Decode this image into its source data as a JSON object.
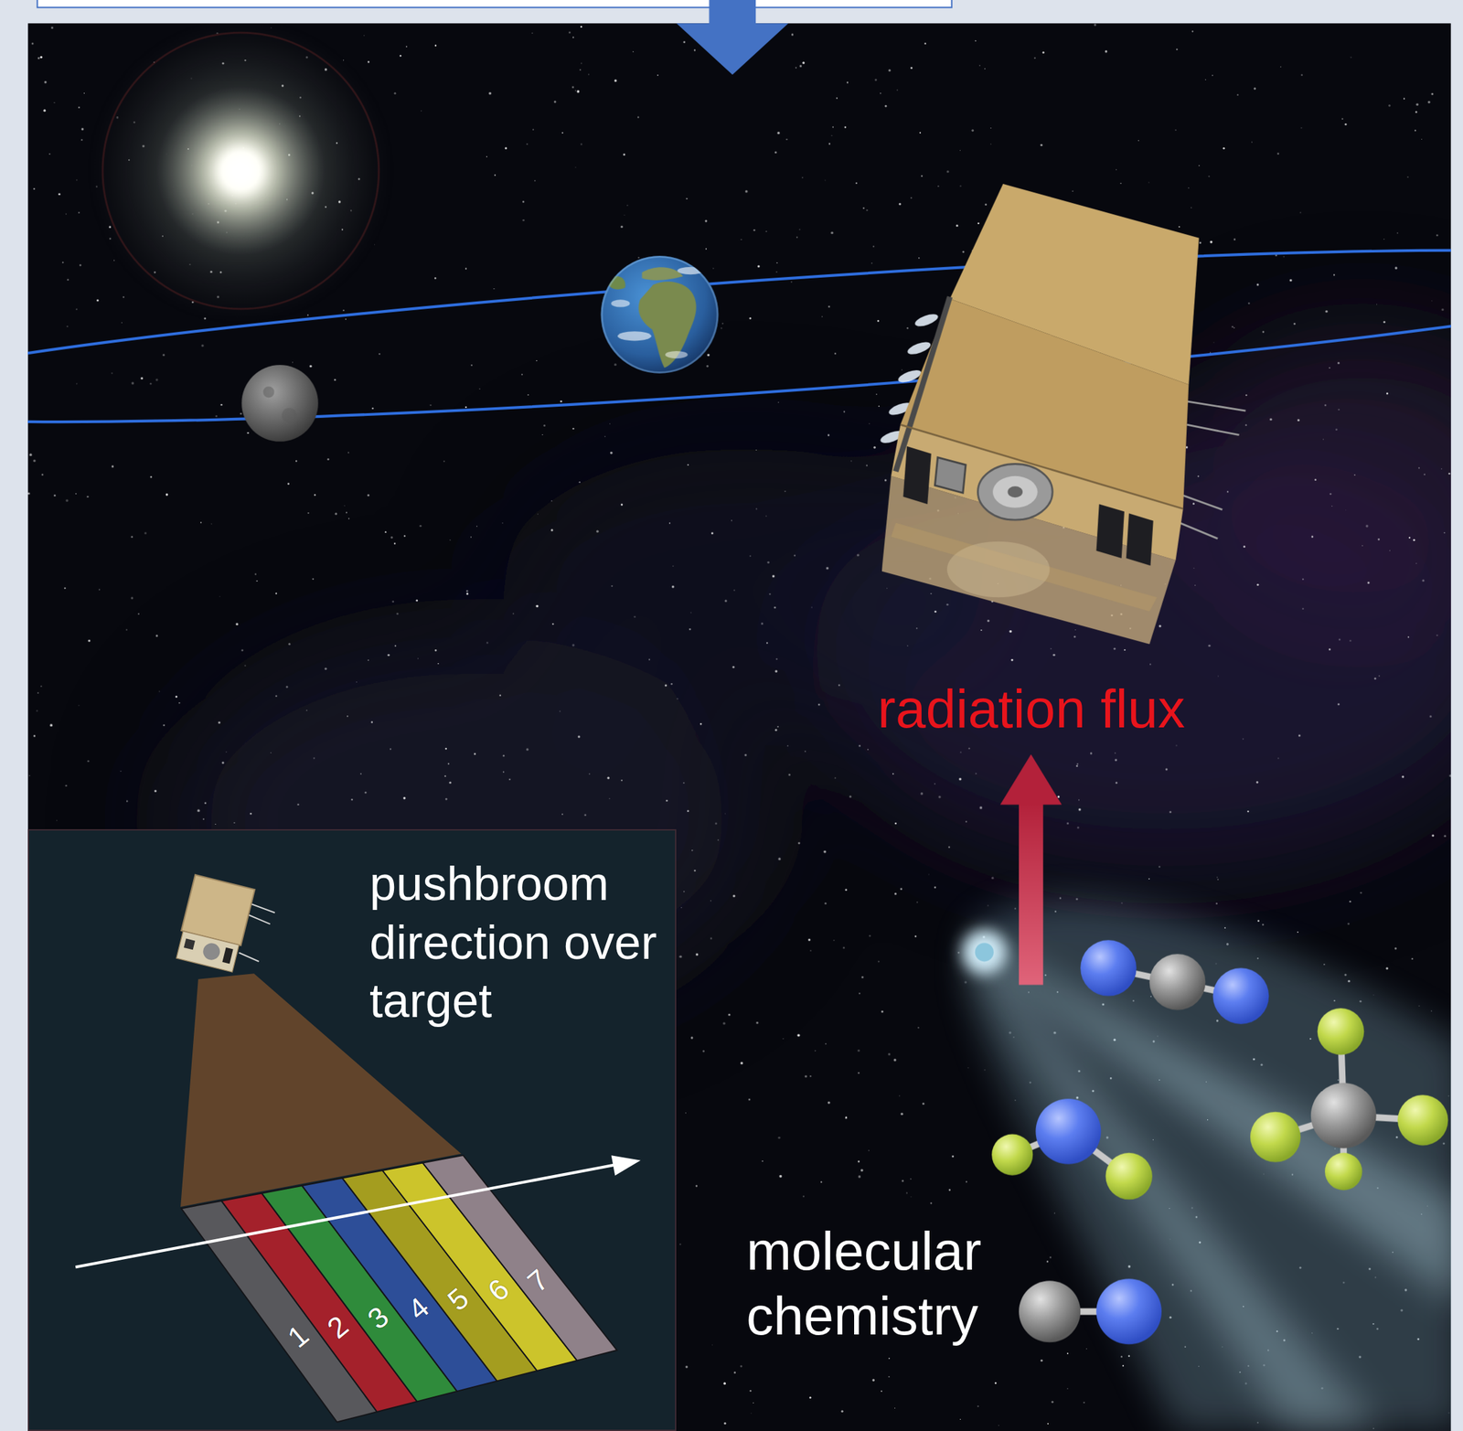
{
  "diagram": {
    "nodes": [
      {
        "text": [
          "pushbroom direction over target"
        ]
      },
      {
        "text": [
          "1"
        ],
        "in": 0
      },
      {
        "text": [
          "2"
        ],
        "in": 0
      },
      {
        "text": [
          "3"
        ],
        "in": 0
      },
      {
        "text": [
          "4"
        ],
        "in": 0
      },
      {
        "text": [
          "5"
        ],
        "in": 0
      },
      {
        "text": [
          "6"
        ],
        "in": 0
      },
      {
        "text": [
          "7"
        ],
        "in": 0
      }
    ],
    "labels": [
      "radiation flux",
      "molecular chemistry"
    ]
  }
}
